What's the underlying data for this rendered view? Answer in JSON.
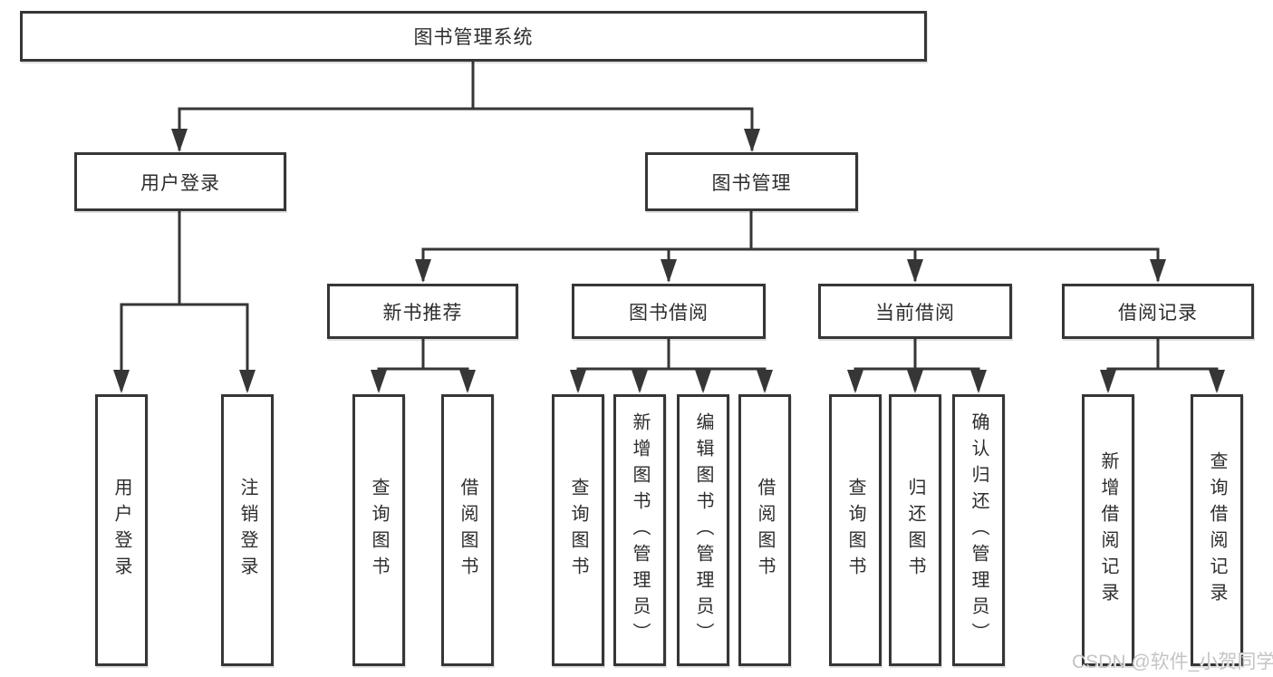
{
  "tree": {
    "root": {
      "label": "图书管理系统"
    },
    "branches": [
      {
        "label": "用户登录",
        "leaves": [
          {
            "label": "用户登录"
          },
          {
            "label": "注销登录"
          }
        ]
      },
      {
        "label": "图书管理",
        "groups": [
          {
            "label": "新书推荐",
            "leaves": [
              {
                "label": "查询图书"
              },
              {
                "label": "借阅图书"
              }
            ]
          },
          {
            "label": "图书借阅",
            "leaves": [
              {
                "label": "查询图书"
              },
              {
                "label": "新增图书（管理员）"
              },
              {
                "label": "编辑图书（管理员）"
              },
              {
                "label": "借阅图书"
              }
            ]
          },
          {
            "label": "当前借阅",
            "leaves": [
              {
                "label": "查询图书"
              },
              {
                "label": "归还图书"
              },
              {
                "label": "确认归还（管理员）"
              }
            ]
          },
          {
            "label": "借阅记录",
            "leaves": [
              {
                "label": "新增借阅记录"
              },
              {
                "label": "查询借阅记录"
              }
            ]
          }
        ]
      }
    ]
  },
  "watermark": {
    "text": "CSDN @软件_小贺同学"
  },
  "colors": {
    "line": "#363636",
    "text": "#2d2d2d",
    "background": "#ffffff",
    "watermark": "#c4c4c4"
  }
}
